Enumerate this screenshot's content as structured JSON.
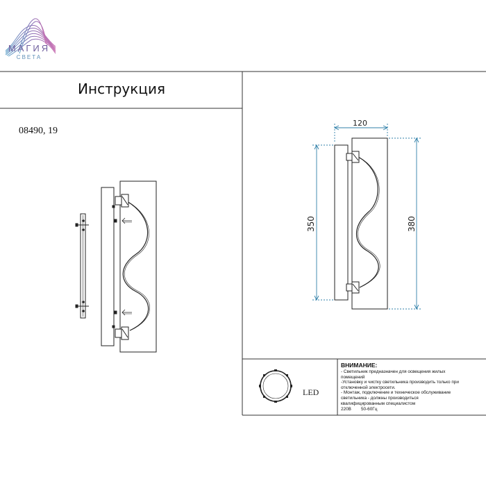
{
  "brand": {
    "name": "МАГИЯ",
    "tagline": "СВЕТА"
  },
  "header": {
    "title": "Инструкция"
  },
  "product": {
    "model": "08490, 19"
  },
  "dimensions": {
    "width": "120",
    "height_body": "350",
    "height_total": "380"
  },
  "bulb": {
    "type": "LED"
  },
  "warning": {
    "title": "ВНИМАНИЕ:",
    "lines": [
      "- Светильник предназначен для освещения жилых",
      "помещений",
      "-Установку и чистку светильника производить только при",
      "отключенной электросети.",
      "- Монтаж, подключение и техническое обслуживание",
      "светильника - должны производиться",
      "квалифицированным специалистом"
    ],
    "voltage": "220В",
    "frequency": "50-60Гц"
  },
  "colors": {
    "dimension_lines": "#2f7fa8",
    "drawing": "#222222",
    "logo_purple": "#6f5f9e",
    "logo_blue": "#5e8fb7"
  }
}
